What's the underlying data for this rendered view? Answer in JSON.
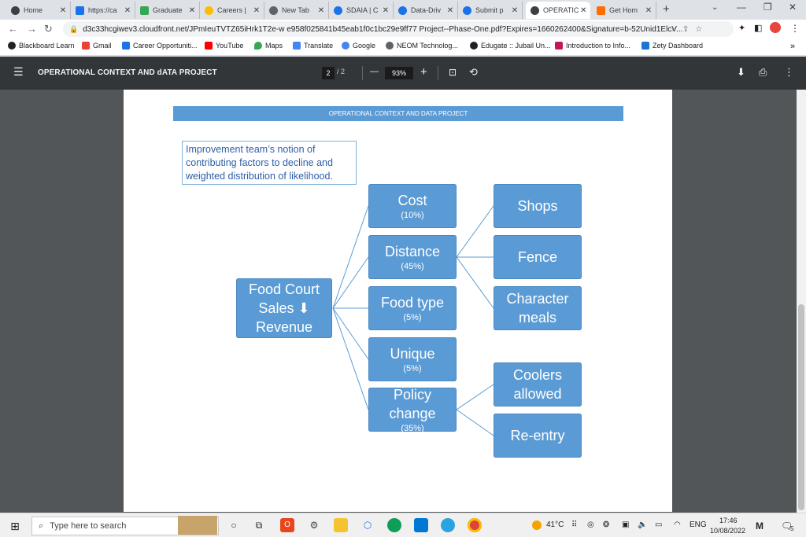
{
  "browser": {
    "tabs": [
      {
        "label": "Home",
        "color": "#3c4043"
      },
      {
        "label": "https://ca",
        "color": "#1a73e8"
      },
      {
        "label": "Graduate",
        "color": "#34a853"
      },
      {
        "label": "Careers |",
        "color": "#fbbc04"
      },
      {
        "label": "New Tab",
        "color": "#5f6368"
      },
      {
        "label": "SDAIA | C",
        "color": "#1a73e8"
      },
      {
        "label": "Data-Driv",
        "color": "#1a73e8"
      },
      {
        "label": "Submit p",
        "color": "#1a73e8"
      },
      {
        "label": "OPERATIC",
        "color": "#3c4043"
      },
      {
        "label": "Get Hom",
        "color": "#ff6d00"
      }
    ],
    "new_tab": "+",
    "url": "d3c33hcgiwev3.cloudfront.net/JPmIeuTVTZ65iHrk1T2e-w e958f025841b45eab1f0c1bc29e9ff77 Project--Phase-One.pdf?Expires=1660262400&Signature=b-52Unid1ElcV...",
    "bookmarks": [
      {
        "label": "Blackboard Learn",
        "color": "#202124"
      },
      {
        "label": "Gmail",
        "color": "#ea4335"
      },
      {
        "label": "Career Opportuniti...",
        "color": "#1a73e8"
      },
      {
        "label": "YouTube",
        "color": "#ff0000"
      },
      {
        "label": "Maps",
        "color": "#34a853"
      },
      {
        "label": "Translate",
        "color": "#4285f4"
      },
      {
        "label": "Google",
        "color": "#4285f4"
      },
      {
        "label": "NEOM  Technolog...",
        "color": "#5f6368"
      },
      {
        "label": "Edugate :: Jubail Un...",
        "color": "#202124"
      },
      {
        "label": "Introduction to Info...",
        "color": "#c2185b"
      },
      {
        "label": "Zety Dashboard",
        "color": "#1976d2"
      }
    ],
    "more": "»"
  },
  "pdf": {
    "title": "OPERATIONAL CONTEXT AND dATA PROJECT",
    "page_current": "2",
    "page_total": "/ 2",
    "zoom": "93%",
    "minus": "—",
    "plus": "+"
  },
  "document": {
    "banner": "OPERATIONAL CONTEXT AND DATA PROJECT",
    "note": "Improvement team’s notion of contributing factors to decline and weighted distribution of likelihood.",
    "root": {
      "line1": "Food Court",
      "line2": "Sales",
      "arrow": "⬇",
      "line3": "Revenue"
    },
    "factors": [
      {
        "label": "Cost",
        "pct": "(10%)"
      },
      {
        "label": "Distance",
        "pct": "(45%)"
      },
      {
        "label": "Food type",
        "pct": "(5%)"
      },
      {
        "label": "Unique",
        "pct": "(5%)"
      },
      {
        "label": "Policy change",
        "pct": "(35%)"
      }
    ],
    "subfactors": [
      {
        "label": "Shops"
      },
      {
        "label": "Fence"
      },
      {
        "label": "Character meals"
      },
      {
        "label": "Coolers allowed"
      },
      {
        "label": "Re-entry"
      }
    ]
  },
  "taskbar": {
    "search_placeholder": "Type here to search",
    "weather": "41°C",
    "lang": "ENG",
    "time": "17:46",
    "date": "10/08/2022",
    "notif_count": "5"
  }
}
